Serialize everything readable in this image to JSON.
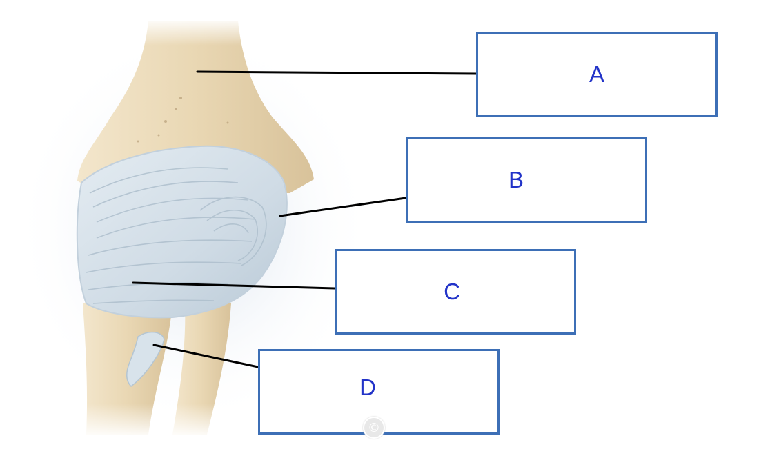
{
  "labels": {
    "a": "A",
    "b": "B",
    "c": "C",
    "d": "D"
  },
  "watermark": "©",
  "colors": {
    "box_border": "#3d6fb6",
    "label_text": "#2233c8",
    "bone": "#e7d5b3",
    "ligament": "#d5e1ea",
    "leader_line": "#000000"
  }
}
